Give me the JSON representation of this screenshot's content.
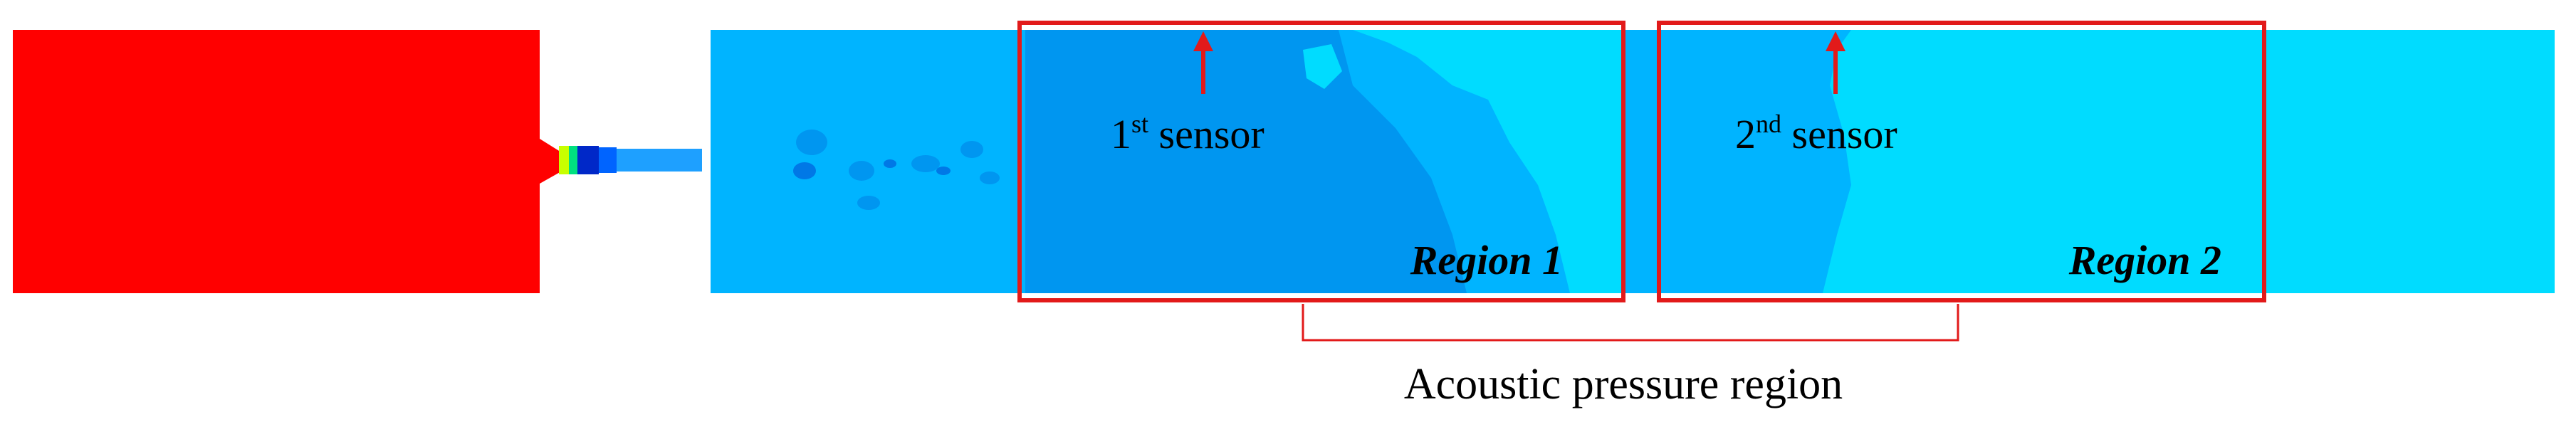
{
  "sensors": [
    {
      "label": "1",
      "sup": "st",
      "rest": " sensor"
    },
    {
      "label": "2",
      "sup": "nd",
      "rest": " sensor"
    }
  ],
  "regions": [
    {
      "label": "Region 1"
    },
    {
      "label": "Region 2"
    }
  ],
  "caption": "Acoustic pressure region",
  "colors": {
    "inlet": "#ff0000",
    "domain": "#00b4ff",
    "domain_dark": "#0096f0",
    "domain_light": "#00dcff",
    "annotation": "#e21a1a"
  }
}
